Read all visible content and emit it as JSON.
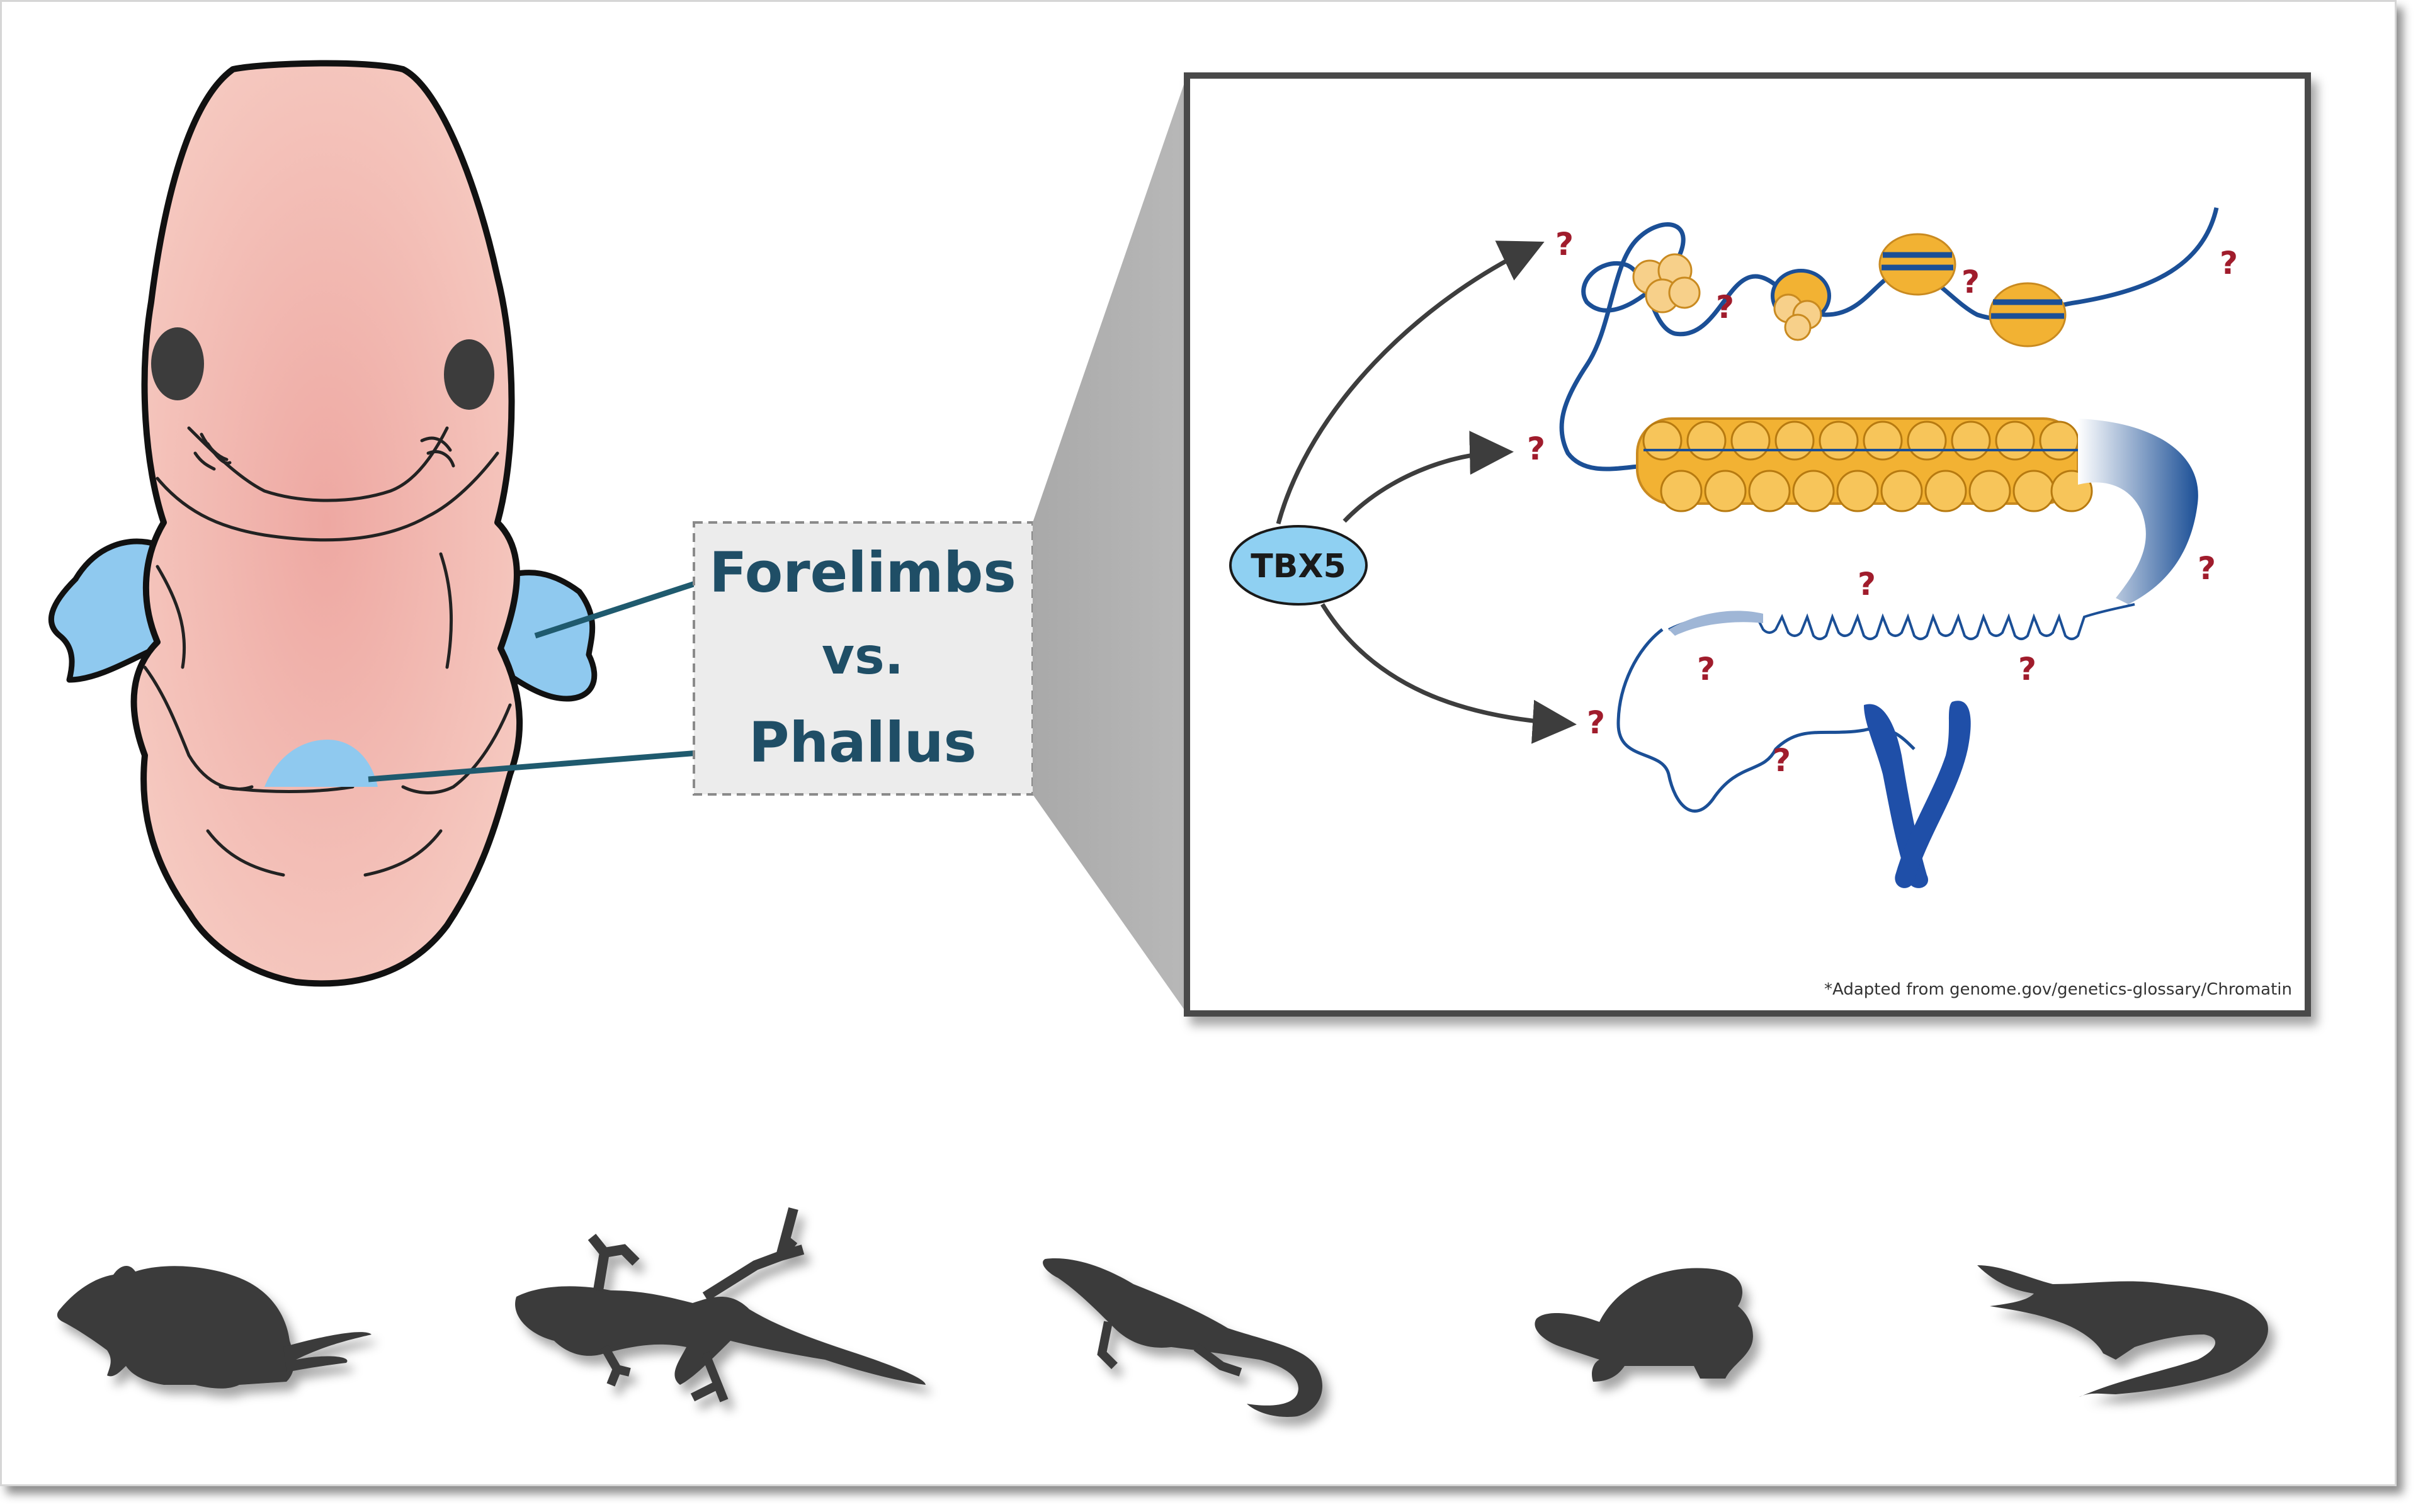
{
  "labels": {
    "forelimbs": "Forelimbs",
    "vs": "vs.",
    "phallus": "Phallus"
  },
  "inset": {
    "gene": "TBX5",
    "question_mark": "?",
    "citation": "*Adapted from genome.gov/genetics-glossary/Chromatin"
  },
  "animals": [
    "mouse-silhouette",
    "gecko-silhouette",
    "anole-lizard-silhouette",
    "turtle-silhouette",
    "alligator-silhouette"
  ],
  "colors": {
    "embryo": "#f4bcb4",
    "bud_blue": "#8fc9ef",
    "label_teal": "#1f4e66",
    "dna_blue": "#1b4f96",
    "nucleosome_gold": "#f2b233",
    "question_red": "#a01c2c",
    "silhouette": "#3a3a3a"
  }
}
